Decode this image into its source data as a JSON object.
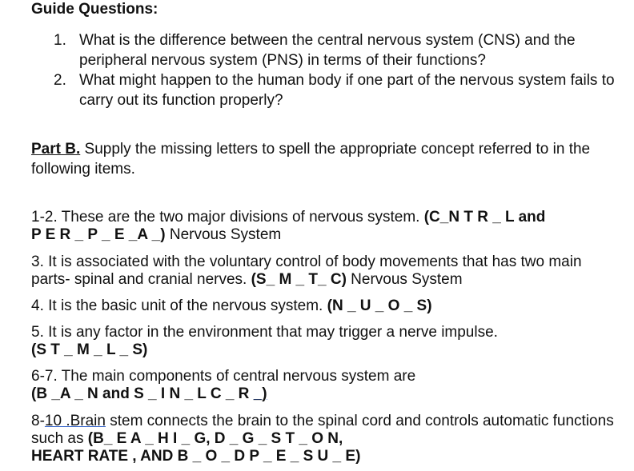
{
  "guide": {
    "heading": "Guide Questions:",
    "questions": [
      {
        "number": "1.",
        "text": "What is the difference between the central nervous system (CNS) and the peripheral nervous system (PNS) in terms of their functions?"
      },
      {
        "number": "2.",
        "text": "What might happen to the human body if one part of the nervous system fails to carry out its function properly?"
      }
    ]
  },
  "part_b": {
    "label": "Part B.",
    "instruction": " Supply the missing letters to spell the appropriate concept referred to in the following items."
  },
  "items": [
    {
      "id": "1-2",
      "prefix": "1-2. These are the two major divisions of nervous system. ",
      "answer_line1": "(C_N T R _ L and",
      "answer_line2": "P E R _ P _ E _A _)",
      "suffix": " Nervous System"
    },
    {
      "id": "3",
      "prefix": "3. It is associated with the voluntary control of body movements that has two main parts- spinal and cranial nerves. ",
      "answer": "(S_ M _ T_ C)",
      "suffix": " Nervous System"
    },
    {
      "id": "4",
      "prefix": "4. It is the basic unit of the nervous system. ",
      "answer": "(N _ U _ O _ S)"
    },
    {
      "id": "5",
      "prefix": "5. It is any factor in the environment that may trigger a nerve impulse.",
      "answer": "(S T _ M _ L _ S)"
    },
    {
      "id": "6-7",
      "prefix": "6-7. The main components of central nervous system are",
      "answer": "(B _A _ N and S _ I N _ L C _ R ",
      "answer_underlined": "_)"
    },
    {
      "id": "8-10",
      "prefix_num": "8-",
      "linked_text": "10 .Brain",
      "prefix_rest": " stem connects the brain to the spinal cord and controls automatic functions such as ",
      "answer_line1": "(B_ E A _ H I _ G, D _ G _ S T _ O N,",
      "answer_line2": "HEART RATE , AND  B _ O _ D  P _ E _ S U _ E)"
    }
  ]
}
